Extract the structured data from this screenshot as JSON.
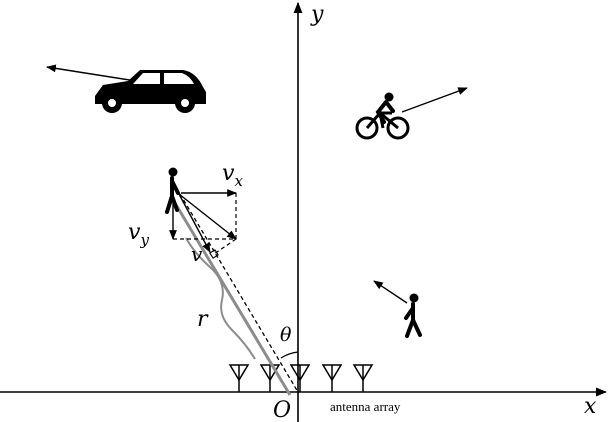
{
  "axes": {
    "x_label": "x",
    "y_label": "y",
    "origin_label": "O"
  },
  "antenna": {
    "caption": "antenna array",
    "element_count": 5
  },
  "symbols": {
    "range": "r",
    "angle": "θ",
    "velocity": "v",
    "vx_main": "v",
    "vx_sub": "x",
    "vy_main": "v",
    "vy_sub": "y"
  },
  "objects": [
    "car-icon",
    "bicycle-icon",
    "pedestrian-icon",
    "pedestrian-icon"
  ],
  "colors": {
    "ink": "#000000",
    "range_line": "#8c8c8c"
  }
}
